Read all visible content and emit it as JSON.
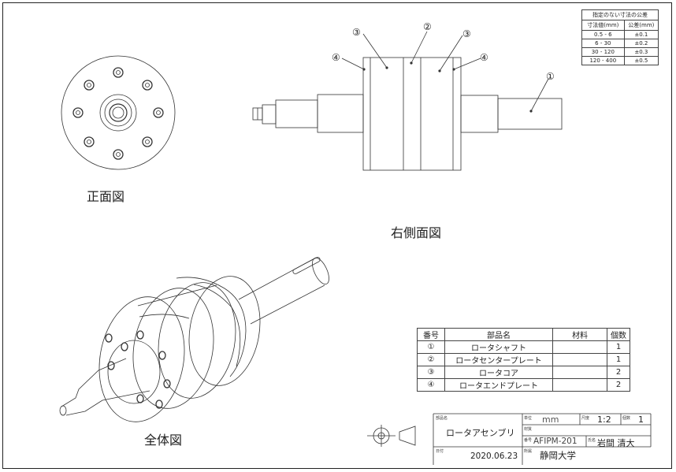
{
  "views": {
    "front_label": "正面図",
    "side_label": "右側面図",
    "iso_label": "全体図"
  },
  "balloons": {
    "b1": "①",
    "b2": "②",
    "b3a": "③",
    "b3b": "③",
    "b4a": "④",
    "b4b": "④"
  },
  "tolerance_table": {
    "title": "指定のない寸法の公差",
    "headers": [
      "寸法値(mm)",
      "公差(mm)"
    ],
    "rows": [
      [
        "0.5 - 6",
        "±0.1"
      ],
      [
        "6 - 30",
        "±0.2"
      ],
      [
        "30 - 120",
        "±0.3"
      ],
      [
        "120 - 400",
        "±0.5"
      ]
    ]
  },
  "parts_list": {
    "headers": [
      "番号",
      "部品名",
      "材料",
      "個数"
    ],
    "rows": [
      [
        "①",
        "ロータシャフト",
        "",
        "1"
      ],
      [
        "②",
        "ロータセンタープレート",
        "",
        "1"
      ],
      [
        "③",
        "ロータコア",
        "",
        "2"
      ],
      [
        "④",
        "ロータエンドプレート",
        "",
        "2"
      ]
    ]
  },
  "title_block": {
    "part_name_caption": "部品名",
    "part_name": "ロータアセンブリ",
    "unit_caption": "単位",
    "unit": "mm",
    "scale_caption": "尺度",
    "scale": "1:2",
    "sheet_caption": "個数",
    "sheet": "1",
    "material_caption": "材質",
    "material": "",
    "number_caption": "番号",
    "number": "AFIPM-201",
    "name_caption": "氏名",
    "name": "岩間 清大",
    "date_caption": "日付",
    "date": "2020.06.23",
    "org_caption": "所属",
    "org": "静岡大学"
  }
}
